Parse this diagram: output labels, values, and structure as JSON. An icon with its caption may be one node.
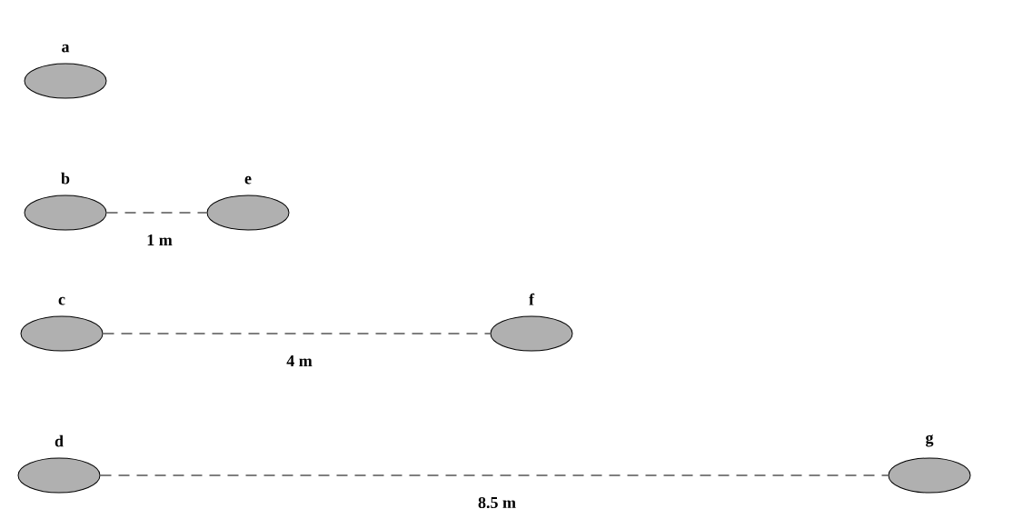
{
  "diagram": {
    "nodes": [
      {
        "text": [
          "a"
        ]
      },
      {
        "text": [
          "b"
        ]
      },
      {
        "text": [
          "e"
        ]
      },
      {
        "text": [
          "c"
        ]
      },
      {
        "text": [
          "f"
        ]
      },
      {
        "text": [
          "d"
        ]
      },
      {
        "text": [
          "g"
        ]
      }
    ],
    "edges": [
      {
        "from": 1,
        "to": 2,
        "arrow": "none",
        "style": "dashed",
        "label": "1 m"
      },
      {
        "from": 3,
        "to": 4,
        "arrow": "none",
        "style": "dashed",
        "label": "4 m"
      },
      {
        "from": 5,
        "to": 6,
        "arrow": "none",
        "style": "dashed",
        "label": "8.5 m"
      }
    ]
  }
}
